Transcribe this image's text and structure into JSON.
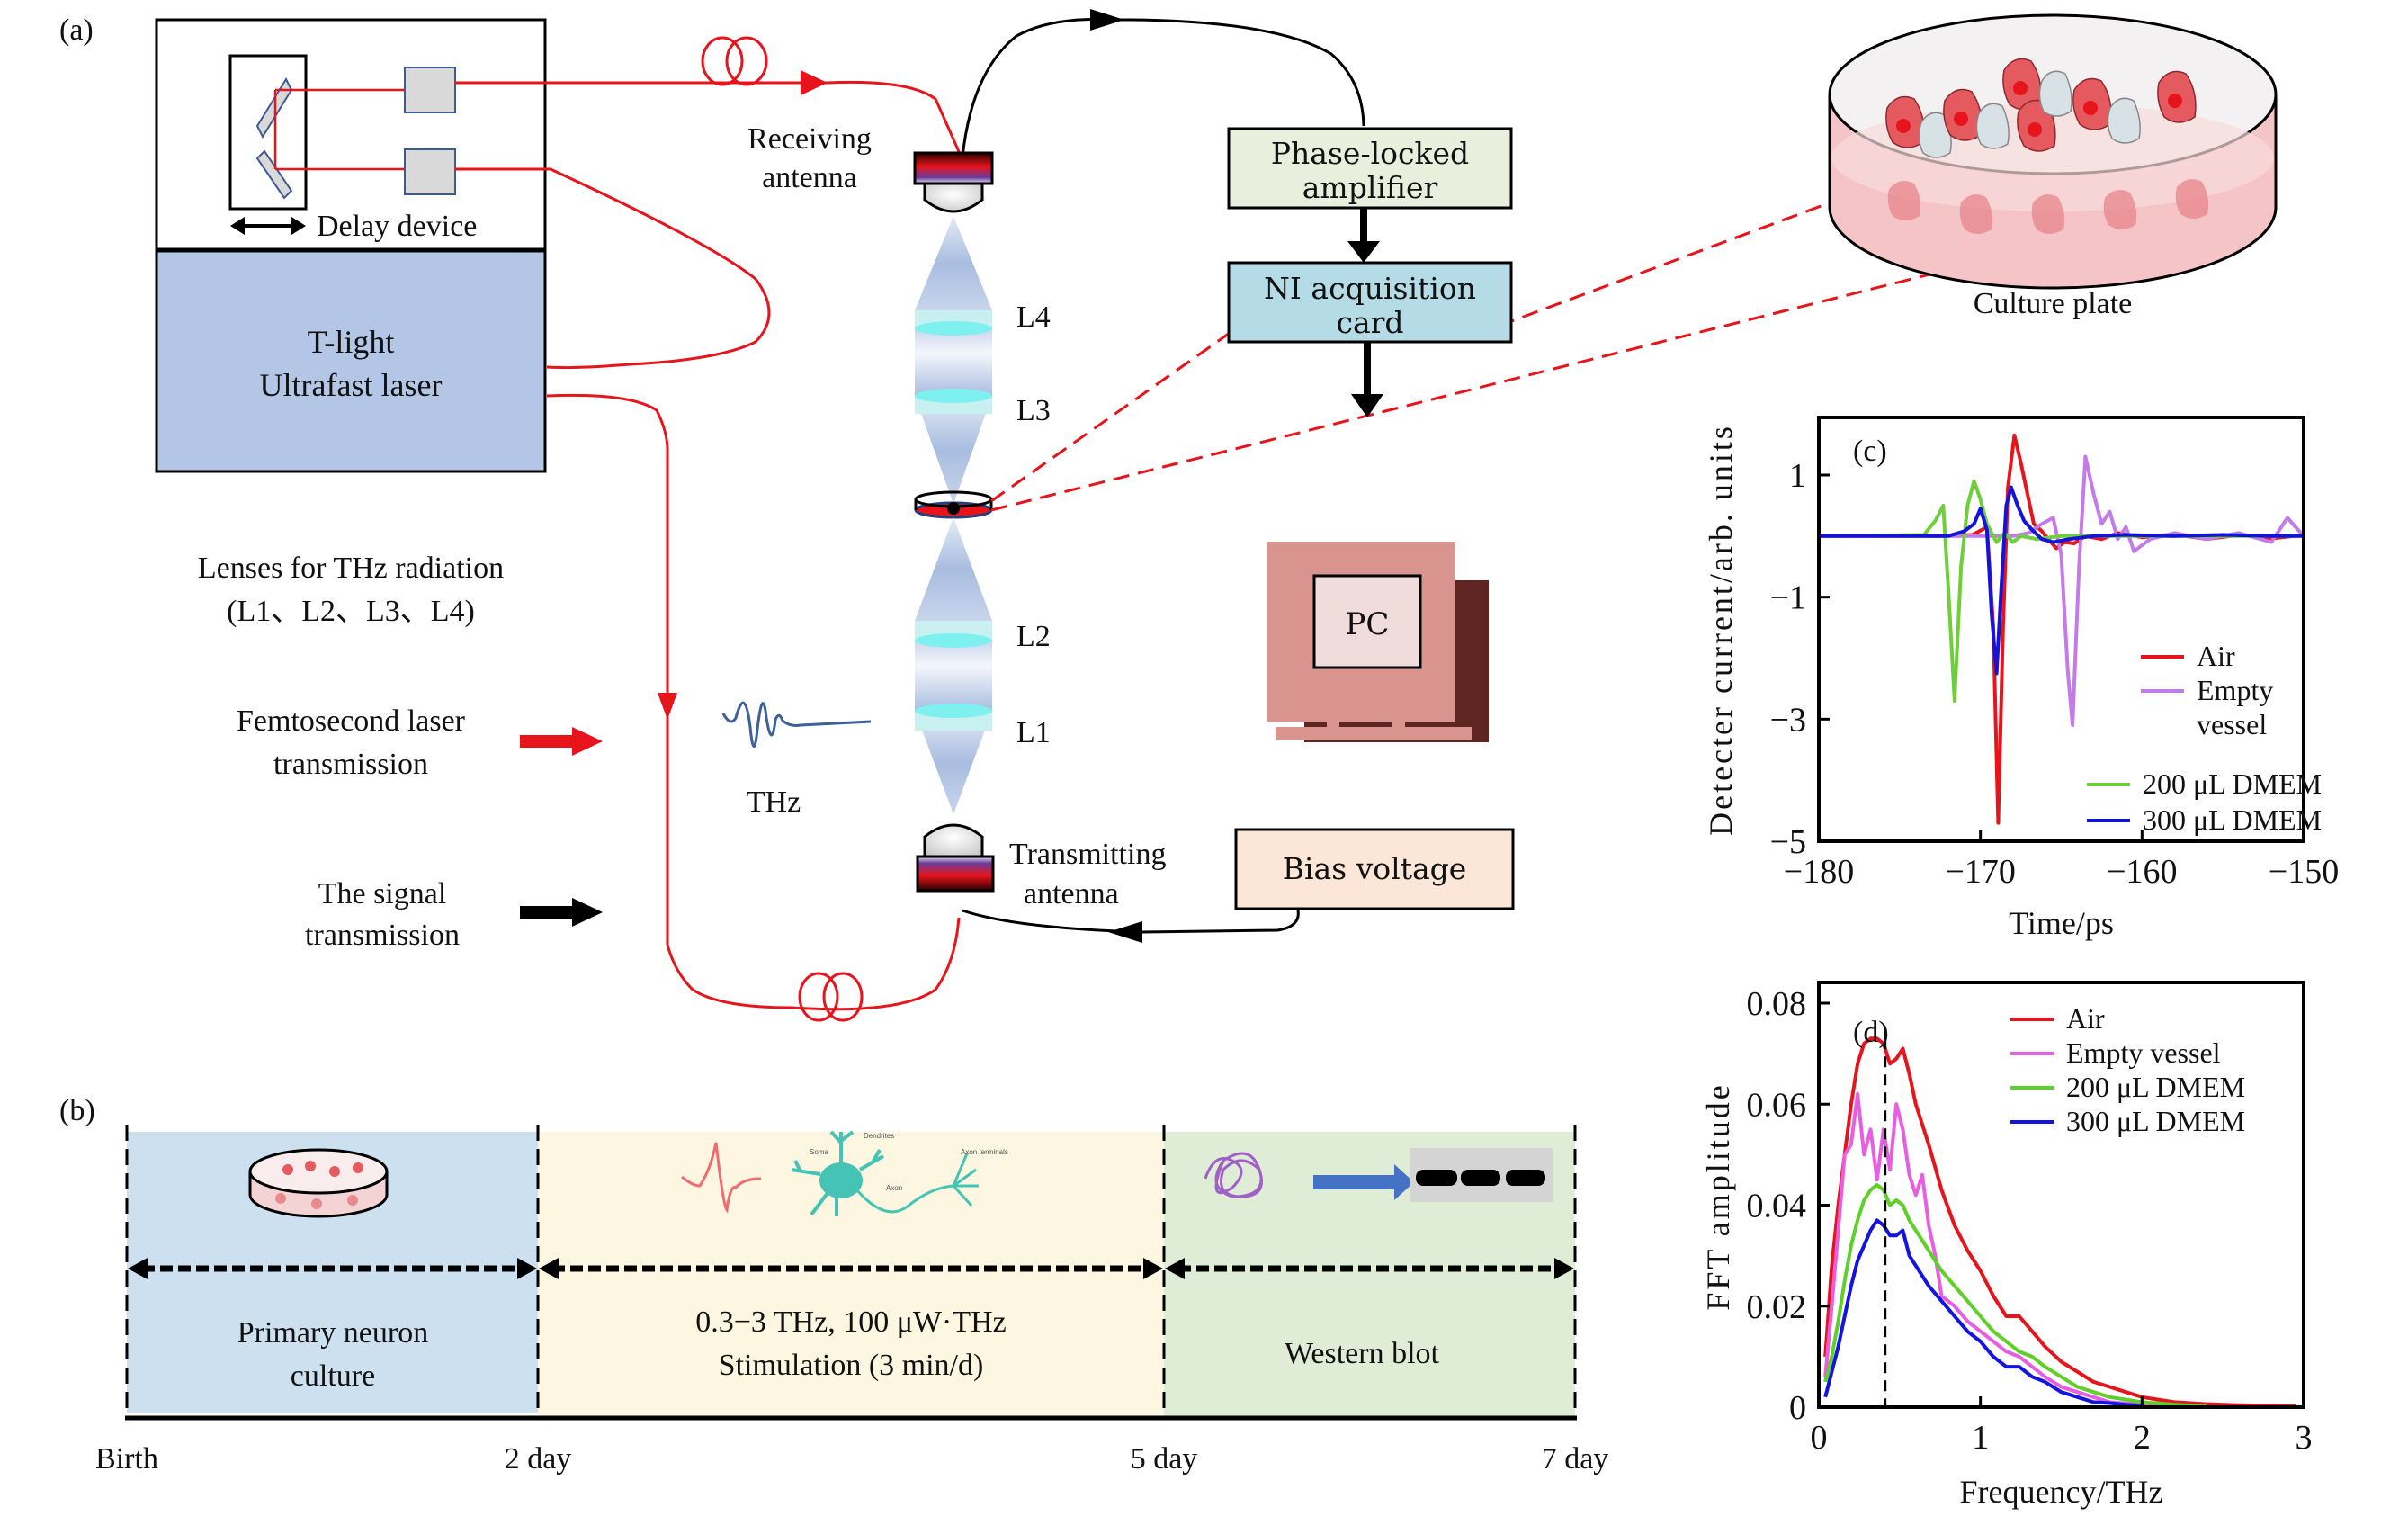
{
  "panel_labels": {
    "a": "(a)",
    "b": "(b)",
    "c": "(c)",
    "d": "(d)"
  },
  "setup": {
    "laser_source": {
      "line1": "T-light",
      "line2": "Ultrafast laser"
    },
    "delay_device": "Delay device",
    "receiving_antenna": {
      "line1": "Receiving",
      "line2": "antenna"
    },
    "transmitting_antenna": {
      "line1": "Transmitting",
      "line2": "antenna"
    },
    "lenses": [
      "L4",
      "L3",
      "L2",
      "L1"
    ],
    "phase_locked_amplifier": {
      "line1": "Phase-locked",
      "line2": "amplifier"
    },
    "ni_card": {
      "line1": "NI acquisition",
      "line2": "card"
    },
    "pc": "PC",
    "bias_voltage": "Bias voltage",
    "culture_plate": "Culture plate",
    "thz_label": "THz",
    "legend_lenses": {
      "line1": "Lenses for THz radiation",
      "line2": "(L1、L2、L3、L4)"
    },
    "legend_femto": {
      "line1": "Femtosecond laser",
      "line2": "transmission"
    },
    "legend_signal": {
      "line1": "The signal",
      "line2": "transmission"
    },
    "colors": {
      "laser_red": "#e8141b",
      "signal_black": "#000000",
      "laser_box": "#b3c6e5",
      "amp_box": "#e8efdc",
      "ni_box": "#b5dce6",
      "bias_box": "#fbe6d8",
      "pc_front": "#d9948f",
      "pc_back": "#5f2522",
      "thz_wave": "#3d5f9a"
    }
  },
  "timeline": {
    "phases": [
      {
        "label_line1": "Primary neuron",
        "label_line2": "culture",
        "color": "#cde0f0"
      },
      {
        "label_line1": "0.3−3 THz, 100 μW·THz",
        "label_line2": "Stimulation (3 min/d)",
        "color": "#fdf6e1"
      },
      {
        "label_line1": "Western blot",
        "label_line2": "",
        "color": "#dfedd6"
      }
    ],
    "ticks": [
      "Birth",
      "2 day",
      "5 day",
      "7 day"
    ],
    "neuron_annotations": [
      "Dendrites",
      "Soma",
      "Axon",
      "Axon terminals"
    ]
  },
  "chart_data": [
    {
      "id": "c",
      "type": "line",
      "title": "",
      "xlabel": "Time/ps",
      "ylabel": "Detecter current/arb. units",
      "xlim": [
        -180,
        -150
      ],
      "ylim": [
        -5,
        1.95
      ],
      "xticks": [
        -180,
        -170,
        -160,
        -150
      ],
      "xtick_labels": [
        "−180",
        "−170",
        "−160",
        "−150"
      ],
      "yticks": [
        1,
        -1,
        -3,
        -5
      ],
      "ytick_labels": [
        "1",
        "−1",
        "−3",
        "−5"
      ],
      "grid": false,
      "legend_position": "bottom-right",
      "legend_entries": [
        "Air",
        "Empty vessel",
        "200 μL DMEM",
        "300 μL DMEM"
      ],
      "series": [
        {
          "name": "Air",
          "color": "#e8141b",
          "x": [
            -180,
            -172,
            -170.5,
            -169.6,
            -169.2,
            -168.9,
            -168.6,
            -168.3,
            -167.9,
            -167.5,
            -167.1,
            -166.7,
            -166.2,
            -165.8,
            -165.3,
            -164.8,
            -164.2,
            -163.5,
            -162.5,
            -161.5,
            -160,
            -158,
            -156,
            -154,
            -152,
            -150
          ],
          "y": [
            0,
            0,
            0.02,
            0.15,
            -1.5,
            -4.7,
            -1.5,
            0.8,
            1.65,
            1.2,
            0.7,
            0.2,
            0.08,
            -0.05,
            -0.2,
            -0.1,
            -0.12,
            0.0,
            -0.05,
            0.05,
            -0.02,
            0.03,
            -0.05,
            0.02,
            -0.04,
            0.02
          ]
        },
        {
          "name": "Empty vessel",
          "color": "#c27be8",
          "x": [
            -180,
            -168,
            -167,
            -166.2,
            -165.5,
            -165.0,
            -164.6,
            -164.3,
            -163.9,
            -163.5,
            -163.0,
            -162.5,
            -162.0,
            -161.5,
            -161.0,
            -160.5,
            -159.5,
            -158,
            -156,
            -154,
            -152,
            -151,
            -150
          ],
          "y": [
            0,
            0,
            0.05,
            0.2,
            0.3,
            -0.3,
            -2.2,
            -3.1,
            -0.5,
            1.3,
            0.7,
            0.2,
            0.4,
            -0.05,
            0.15,
            -0.25,
            -0.05,
            0.05,
            -0.05,
            0.05,
            -0.1,
            0.3,
            0.0
          ]
        },
        {
          "name": "200 μL DMEM",
          "color": "#6fcf3a",
          "x": [
            -180,
            -173.5,
            -172.8,
            -172.3,
            -172.0,
            -171.6,
            -171.2,
            -170.8,
            -170.4,
            -170.0,
            -169.6,
            -169.0,
            -168.5,
            -168.0,
            -167.5,
            -166.5,
            -165,
            -160,
            -155,
            -150
          ],
          "y": [
            0,
            0.02,
            0.25,
            0.5,
            -0.8,
            -2.7,
            -0.5,
            0.5,
            0.9,
            0.6,
            0.2,
            -0.1,
            0.05,
            -0.1,
            0.0,
            -0.05,
            0.0,
            0.0,
            0.0,
            0.0
          ]
        },
        {
          "name": "300 μL DMEM",
          "color": "#1414d9",
          "x": [
            -180,
            -172,
            -171,
            -170.4,
            -170.0,
            -169.6,
            -169.3,
            -169.0,
            -168.7,
            -168.4,
            -168.1,
            -167.7,
            -167.3,
            -166.8,
            -166.2,
            -165.5,
            -164.5,
            -163,
            -161,
            -158,
            -155,
            -152,
            -150
          ],
          "y": [
            0,
            0,
            0.08,
            0.2,
            0.45,
            0.1,
            -1.3,
            -2.25,
            -0.8,
            0.5,
            0.8,
            0.5,
            0.25,
            0.1,
            -0.05,
            -0.1,
            -0.05,
            0.0,
            0.02,
            0.0,
            0.02,
            0.0,
            0.0
          ]
        }
      ]
    },
    {
      "id": "d",
      "type": "line",
      "title": "",
      "xlabel": "Frequency/THz",
      "ylabel": "FFT amplitude",
      "xlim": [
        0,
        3
      ],
      "ylim": [
        0,
        0.084
      ],
      "xticks": [
        0,
        1,
        2,
        3
      ],
      "xtick_labels": [
        "0",
        "1",
        "2",
        "3"
      ],
      "yticks": [
        0,
        0.02,
        0.04,
        0.06,
        0.08
      ],
      "ytick_labels": [
        "0",
        "0.02",
        "0.04",
        "0.06",
        "0.08"
      ],
      "grid": false,
      "legend_position": "top-right",
      "legend_entries": [
        "Air",
        "Empty vessel",
        "200 μL DMEM",
        "300 μL DMEM"
      ],
      "vline_x": 0.41,
      "series": [
        {
          "name": "Air",
          "color": "#e8141b",
          "x": [
            0.04,
            0.08,
            0.12,
            0.16,
            0.2,
            0.24,
            0.28,
            0.32,
            0.36,
            0.4,
            0.44,
            0.48,
            0.52,
            0.56,
            0.6,
            0.68,
            0.76,
            0.84,
            0.92,
            1.0,
            1.08,
            1.16,
            1.24,
            1.32,
            1.4,
            1.5,
            1.6,
            1.7,
            1.8,
            1.9,
            2.0,
            2.1,
            2.2,
            2.4,
            2.6,
            2.8,
            2.95
          ],
          "y": [
            0.01,
            0.028,
            0.04,
            0.05,
            0.06,
            0.068,
            0.072,
            0.073,
            0.073,
            0.072,
            0.068,
            0.069,
            0.071,
            0.066,
            0.06,
            0.052,
            0.043,
            0.036,
            0.031,
            0.027,
            0.022,
            0.018,
            0.018,
            0.015,
            0.012,
            0.009,
            0.007,
            0.005,
            0.004,
            0.003,
            0.002,
            0.0015,
            0.001,
            0.0006,
            0.0004,
            0.0003,
            0.0002
          ]
        },
        {
          "name": "Empty vessel",
          "color": "#e85ee0",
          "x": [
            0.04,
            0.08,
            0.12,
            0.16,
            0.2,
            0.24,
            0.28,
            0.32,
            0.36,
            0.4,
            0.44,
            0.48,
            0.52,
            0.56,
            0.6,
            0.64,
            0.68,
            0.72,
            0.76,
            0.84,
            0.92,
            1.0,
            1.08,
            1.16,
            1.24,
            1.32,
            1.4,
            1.5,
            1.6,
            1.7,
            1.8,
            2.0,
            2.2
          ],
          "y": [
            0.006,
            0.02,
            0.035,
            0.05,
            0.052,
            0.062,
            0.05,
            0.055,
            0.045,
            0.055,
            0.047,
            0.06,
            0.055,
            0.046,
            0.042,
            0.046,
            0.036,
            0.03,
            0.022,
            0.02,
            0.017,
            0.015,
            0.013,
            0.011,
            0.01,
            0.008,
            0.006,
            0.004,
            0.003,
            0.002,
            0.001,
            0.0005,
            0.0002
          ]
        },
        {
          "name": "200 μL DMEM",
          "color": "#5fcf2a",
          "x": [
            0.04,
            0.08,
            0.12,
            0.16,
            0.2,
            0.24,
            0.28,
            0.32,
            0.36,
            0.4,
            0.44,
            0.48,
            0.52,
            0.56,
            0.6,
            0.68,
            0.76,
            0.84,
            0.92,
            1.0,
            1.08,
            1.16,
            1.24,
            1.32,
            1.4,
            1.5,
            1.6,
            1.7,
            1.8,
            1.9,
            2.0,
            2.2,
            2.4
          ],
          "y": [
            0.005,
            0.01,
            0.017,
            0.025,
            0.032,
            0.037,
            0.041,
            0.043,
            0.044,
            0.043,
            0.04,
            0.041,
            0.04,
            0.037,
            0.035,
            0.031,
            0.027,
            0.024,
            0.021,
            0.018,
            0.015,
            0.013,
            0.011,
            0.01,
            0.008,
            0.006,
            0.004,
            0.003,
            0.002,
            0.0015,
            0.001,
            0.0005,
            0.0002
          ]
        },
        {
          "name": "300 μL DMEM",
          "color": "#1414e0",
          "x": [
            0.04,
            0.08,
            0.12,
            0.16,
            0.2,
            0.24,
            0.28,
            0.32,
            0.36,
            0.4,
            0.44,
            0.48,
            0.52,
            0.56,
            0.6,
            0.68,
            0.76,
            0.84,
            0.92,
            1.0,
            1.08,
            1.16,
            1.24,
            1.32,
            1.4,
            1.5,
            1.6,
            1.7,
            1.8,
            1.9,
            2.0
          ],
          "y": [
            0.002,
            0.007,
            0.012,
            0.018,
            0.024,
            0.029,
            0.032,
            0.035,
            0.037,
            0.036,
            0.034,
            0.034,
            0.035,
            0.03,
            0.028,
            0.024,
            0.021,
            0.018,
            0.015,
            0.013,
            0.01,
            0.008,
            0.008,
            0.006,
            0.005,
            0.003,
            0.002,
            0.001,
            0.0008,
            0.0005,
            0.0003
          ]
        }
      ]
    }
  ]
}
